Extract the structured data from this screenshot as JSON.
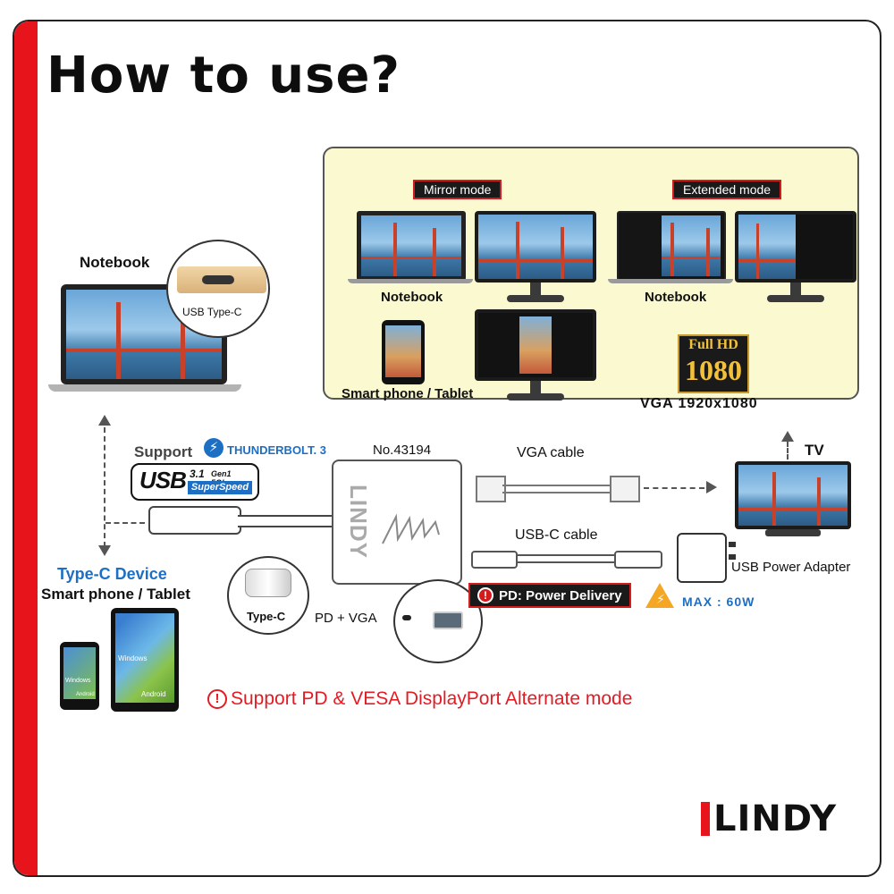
{
  "title": "How to use?",
  "panel": {
    "mirror_mode": "Mirror mode",
    "extended_mode": "Extended mode",
    "notebook_1": "Notebook",
    "notebook_2": "Notebook",
    "smartphone_tablet": "Smart phone / Tablet",
    "fullhd_top": "Full HD",
    "fullhd_bottom": "1080",
    "vga_resolution": "VGA 1920x1080"
  },
  "left": {
    "notebook": "Notebook",
    "usb_type_c": "USB Type-C",
    "support": "Support",
    "thunderbolt": "THUNDERBOLT. 3",
    "usb_logo": "USB",
    "usb_version": "3.1",
    "usb_gen": "Gen1 5Gbps",
    "usb_superspeed": "SuperSpeed",
    "typec_device": "Type-C Device",
    "smartphone_tablet": "Smart phone / Tablet",
    "windows": "Windows",
    "android": "Android",
    "typec_plug": "Type-C"
  },
  "center": {
    "model_no": "No.43194",
    "adapter_brand": "LINDY",
    "pd_vga": "PD + VGA",
    "vga_cable": "VGA cable",
    "usbc_cable": "USB-C cable",
    "pd_power_delivery": "PD: Power Delivery",
    "max_power": "MAX : 60W",
    "support_note": "Support PD & VESA DisplayPort Alternate mode"
  },
  "right": {
    "tv": "TV",
    "usb_power_adapter": "USB Power Adapter"
  },
  "brand": "LINDY",
  "colors": {
    "accent_red": "#e8141c",
    "panel_bg": "#faf9cf",
    "type_c_blue": "#1d6fc4",
    "warning_orange": "#f5a623"
  }
}
